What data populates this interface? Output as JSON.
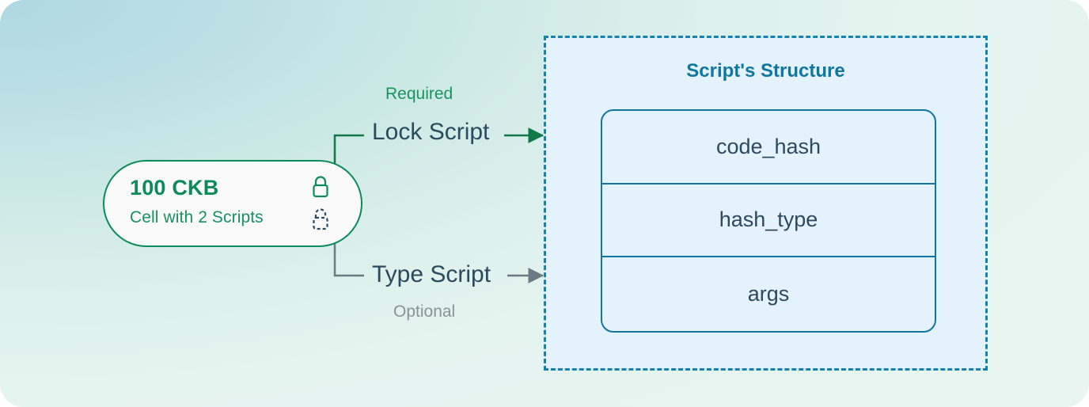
{
  "cell": {
    "amount": "100 CKB",
    "subtitle": "Cell with 2 Scripts",
    "icons": {
      "lock_solid": "lock-icon",
      "lock_dashed": "dashed-lock-icon"
    }
  },
  "branches": [
    {
      "label": "Lock Script",
      "note": "Required",
      "note_position": "above",
      "color": "#18945f"
    },
    {
      "label": "Type Script",
      "note": "Optional",
      "note_position": "below",
      "color": "#8a9199"
    }
  ],
  "labels": {
    "required": "Required",
    "lock_script": "Lock Script",
    "type_script": "Type Script",
    "optional": "Optional"
  },
  "structure": {
    "title": "Script's Structure",
    "fields": [
      "code_hash",
      "hash_type",
      "args"
    ]
  },
  "colors": {
    "green": "#0b8a5a",
    "green_label": "#18945f",
    "teal": "#11769e",
    "dashed_border": "#1383ad",
    "panel_bg": "#e4f2fd",
    "slate_text": "#2b4a5e",
    "gray": "#8a9199",
    "pill_bg": "#fafafa"
  }
}
